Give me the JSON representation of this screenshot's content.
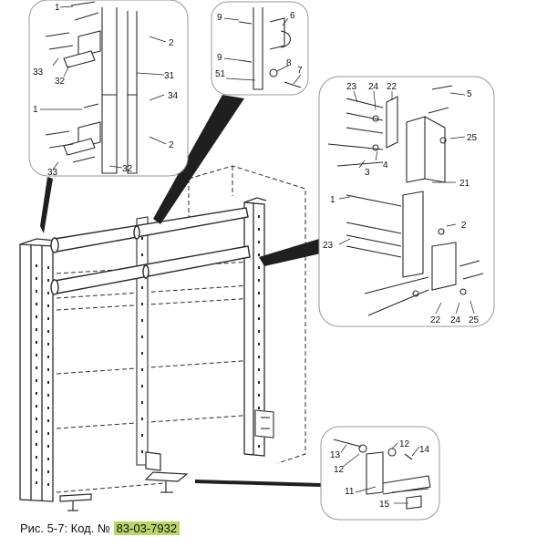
{
  "caption": {
    "prefix": "Рис. 5-7: Код. №",
    "code": "83-03-7932"
  },
  "callouts": {
    "top_left": [
      "1",
      "2",
      "33",
      "32",
      "31",
      "1",
      "34",
      "2",
      "33",
      "32"
    ],
    "top_center": [
      "9",
      "6",
      "9",
      "8",
      "51",
      "7"
    ],
    "right": [
      "23",
      "24",
      "22",
      "5",
      "25",
      "3",
      "4",
      "21",
      "1",
      "2",
      "23",
      "22",
      "24",
      "25"
    ],
    "bottom_right": [
      "13",
      "12",
      "12",
      "14",
      "11",
      "15"
    ]
  },
  "colors": {
    "highlight": "#b7d66b",
    "frame": "#2a2a2a",
    "bubble_border": "#9a9a9a",
    "leader": "#1f1f1f"
  }
}
